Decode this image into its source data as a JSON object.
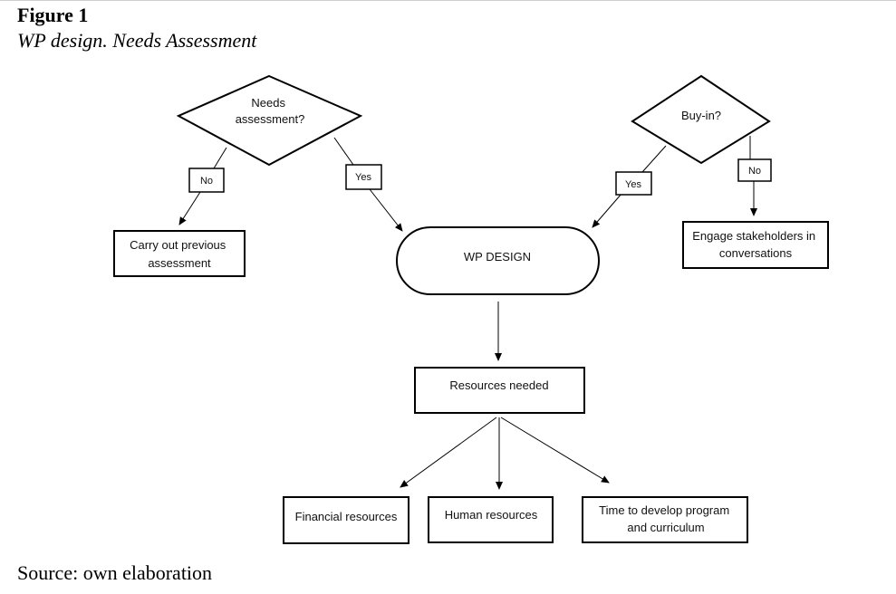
{
  "figure": {
    "label": "Figure 1",
    "title": "WP design. Needs Assessment",
    "source": "Source: own elaboration"
  },
  "nodes": {
    "needs_assessment": [
      "Needs",
      "assessment?"
    ],
    "buy_in": [
      "Buy-in?"
    ],
    "carry_out": [
      "Carry out previous",
      "assessment"
    ],
    "engage": [
      "Engage stakeholders in",
      "conversations"
    ],
    "wp_design": [
      "WP DESIGN"
    ],
    "resources_needed": [
      "Resources needed"
    ],
    "financial": [
      "Financial resources"
    ],
    "human": [
      "Human resources"
    ],
    "time": [
      "Time to develop program",
      "and curriculum"
    ]
  },
  "edge_labels": {
    "needs_no": "No",
    "needs_yes": "Yes",
    "buyin_yes": "Yes",
    "buyin_no": "No"
  },
  "colors": {
    "line": "#000000",
    "background": "#ffffff"
  }
}
